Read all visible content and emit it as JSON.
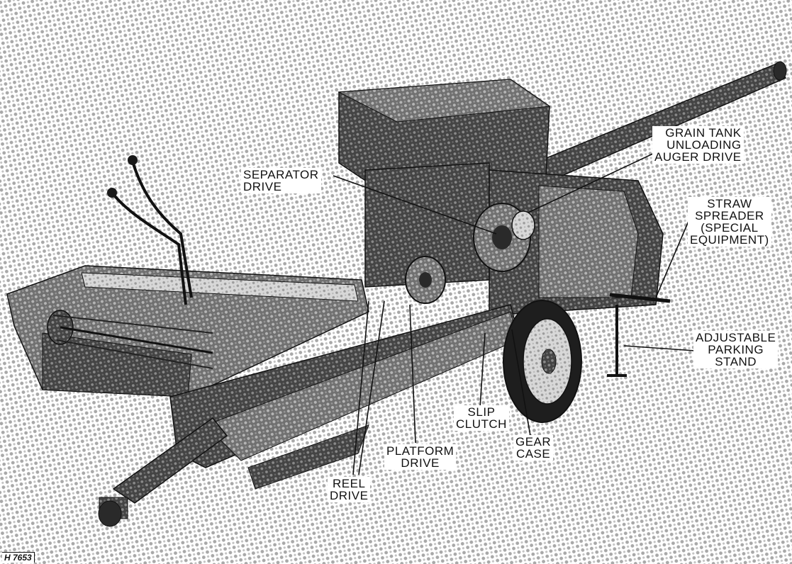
{
  "figure": {
    "id": "H 7653",
    "callouts": {
      "grain_tank_unloading_auger_drive": [
        "GRAIN TANK",
        "UNLOADING",
        "AUGER DRIVE"
      ],
      "separator_drive": [
        "SEPARATOR",
        "DRIVE"
      ],
      "straw_spreader": [
        "STRAW",
        "SPREADER",
        "(SPECIAL",
        "EQUIPMENT)"
      ],
      "adjustable_parking_stand": [
        "ADJUSTABLE",
        "PARKING",
        "STAND"
      ],
      "slip_clutch": [
        "SLIP",
        "CLUTCH"
      ],
      "gear_case": [
        "GEAR",
        "CASE"
      ],
      "platform_drive": [
        "PLATFORM",
        "DRIVE"
      ],
      "reel_drive": [
        "REEL",
        "DRIVE"
      ]
    }
  },
  "colors": {
    "ink": "#111111",
    "paper": "#ffffff",
    "halftone": "#9a9a9a",
    "machine_dark": "#3a3a3a",
    "machine_mid": "#6a6a6a",
    "machine_light": "#b0b0b0"
  }
}
